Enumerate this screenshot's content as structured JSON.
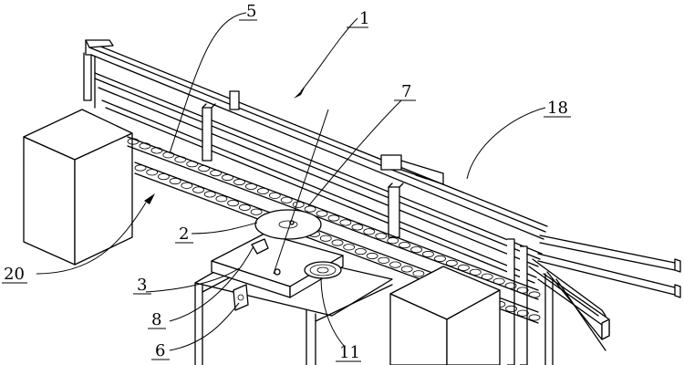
{
  "labels": {
    "l1": "1",
    "l2": "2",
    "l3": "3",
    "l5": "5",
    "l6": "6",
    "l7": "7",
    "l8": "8",
    "l11": "11",
    "l18": "18",
    "l20": "20"
  }
}
